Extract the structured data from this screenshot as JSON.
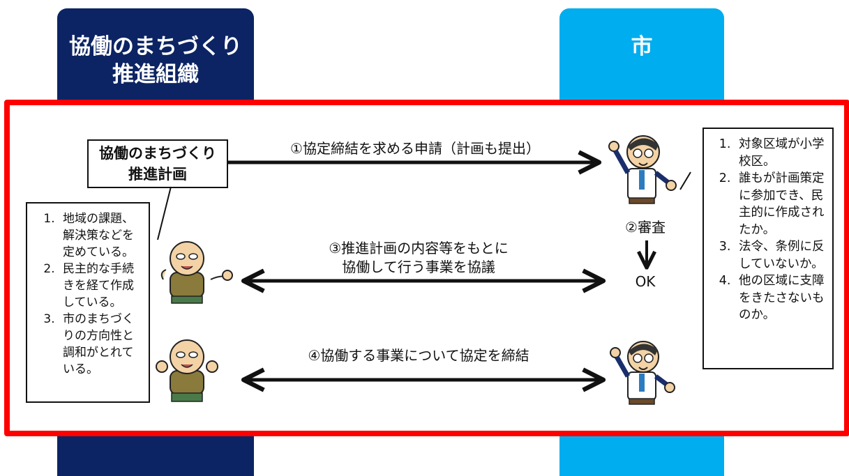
{
  "columns": {
    "left_title": "協働のまちづくり\n推進組織",
    "right_title": "市"
  },
  "plan_box": {
    "title": "協働のまちづくり\n推進計画"
  },
  "left_criteria": [
    "地域の課題、解決策などを定めている。",
    "民主的な手続きを経て作成している。",
    "市のまちづくりの方向性と調和がとれている。"
  ],
  "right_criteria": [
    "対象区域が小学校区。",
    "誰もが計画策定に参加でき、民主的に作成されたか。",
    "法令、条例に反していないか。",
    "他の区域に支障をきたさないものか。"
  ],
  "steps": {
    "step1": "①協定締結を求める申請（計画も提出）",
    "step2": "②審査",
    "step2_result": "OK",
    "step3": "③推進計画の内容等をもとに\n協働して行う事業を協議",
    "step4": "④協働する事業について協定を締結"
  },
  "colors": {
    "left_column": "#0c2463",
    "right_column": "#00adee",
    "frame": "#ff0000"
  },
  "icons": [
    "citizen-elder-icon",
    "city-official-icon"
  ]
}
